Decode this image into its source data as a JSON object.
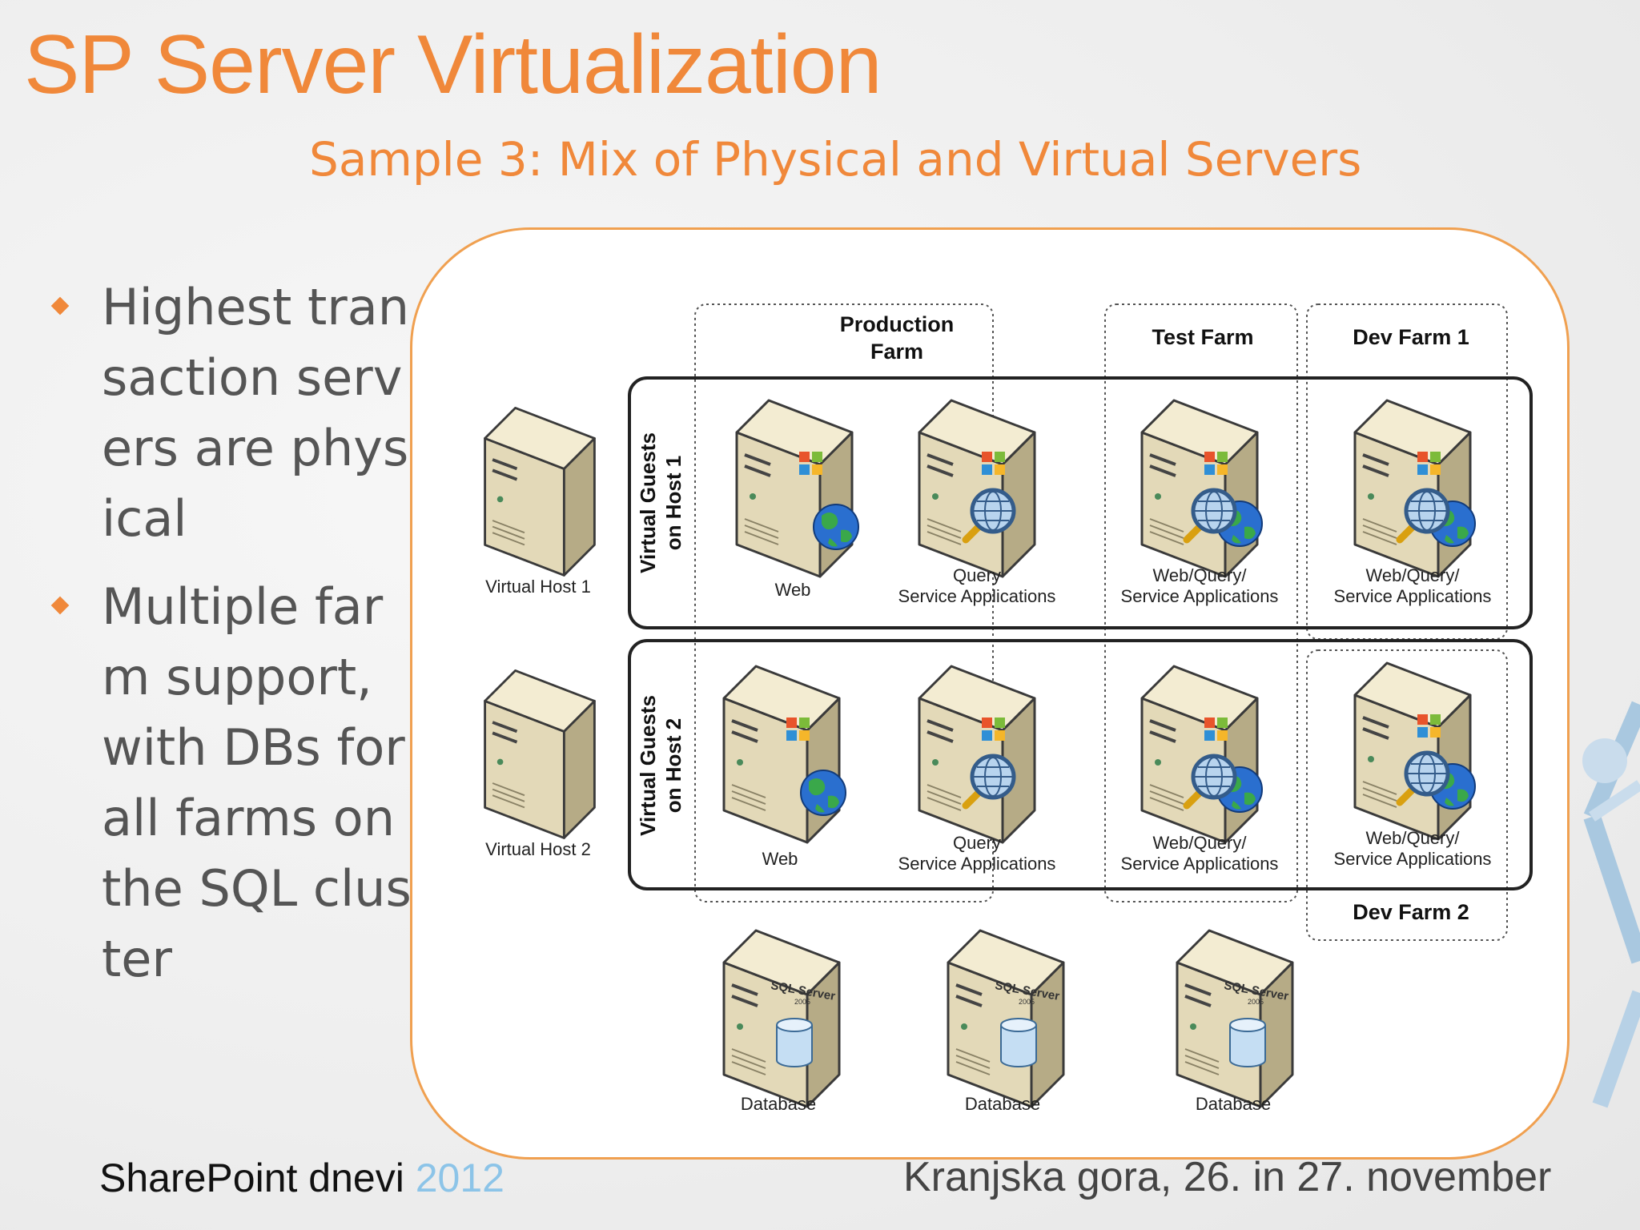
{
  "slide": {
    "title": "SP Server Virtualization",
    "subtitle": "Sample 3: Mix of Physical and Virtual Servers",
    "bullets": [
      "Highest transaction servers are physical",
      "Multiple farm support, with DBs for all farms on the SQL cluster"
    ],
    "footer": {
      "event": "SharePoint dnevi",
      "year": "2012",
      "location_date": "Kranjska gora, 26. in 27. november"
    }
  },
  "diagram": {
    "farm_headers": {
      "production_line1": "Production",
      "production_line2": "Farm",
      "test": "Test Farm",
      "dev1": "Dev Farm 1",
      "dev2": "Dev Farm 2"
    },
    "hosts": {
      "host1_label": "Virtual Host 1",
      "host2_label": "Virtual Host 2",
      "guests1_line1": "Virtual Guests",
      "guests1_line2": "on Host 1",
      "guests2_line1": "Virtual Guests",
      "guests2_line2": "on Host 2"
    },
    "server_labels": {
      "web": "Web",
      "query_line1": "Query",
      "query_line2": "Service Applications",
      "wq_line1": "Web/Query/",
      "wq_line2": "Service Applications",
      "database": "Database"
    },
    "sql_logo": {
      "brand": "SQL Server",
      "version": "2005"
    },
    "icons": [
      "server-tower-icon",
      "office-logo-icon",
      "globe-icon",
      "magnifier-globe-icon",
      "database-cylinder-icon"
    ],
    "colors": {
      "accent": "#f0883a",
      "server_face": "#e3d9b8",
      "server_side": "#b6ab86",
      "server_top": "#f3ecd2",
      "group_border": "#222222"
    }
  }
}
